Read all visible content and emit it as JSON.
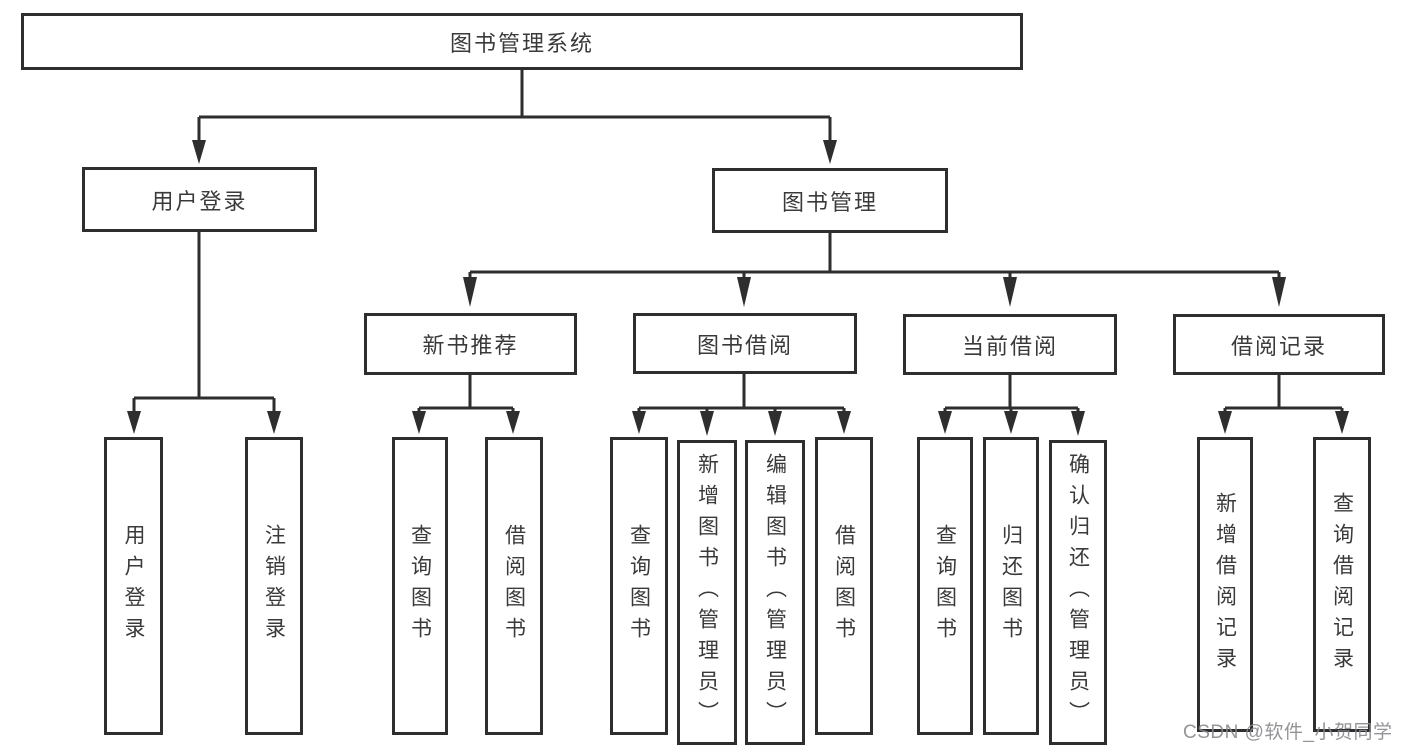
{
  "colors": {
    "line": "#2e2e2e",
    "text": "#3a3a3a",
    "background": "#ffffff",
    "watermark": "#8a8a8e"
  },
  "tree": {
    "root": "图书管理系统",
    "branches": [
      {
        "label": "用户登录",
        "children": [
          "用户登录",
          "注销登录"
        ]
      },
      {
        "label": "图书管理",
        "groups": [
          {
            "label": "新书推荐",
            "children": [
              "查询图书",
              "借阅图书"
            ]
          },
          {
            "label": "图书借阅",
            "children": [
              "查询图书",
              "新增图书（管理员）",
              "编辑图书（管理员）",
              "借阅图书"
            ]
          },
          {
            "label": "当前借阅",
            "children": [
              "查询图书",
              "归还图书",
              "确认归还（管理员）"
            ]
          },
          {
            "label": "借阅记录",
            "children": [
              "新增借阅记录",
              "查询借阅记录"
            ]
          }
        ]
      }
    ]
  },
  "watermark": {
    "text": "CSDN @软件_小贺同学"
  }
}
